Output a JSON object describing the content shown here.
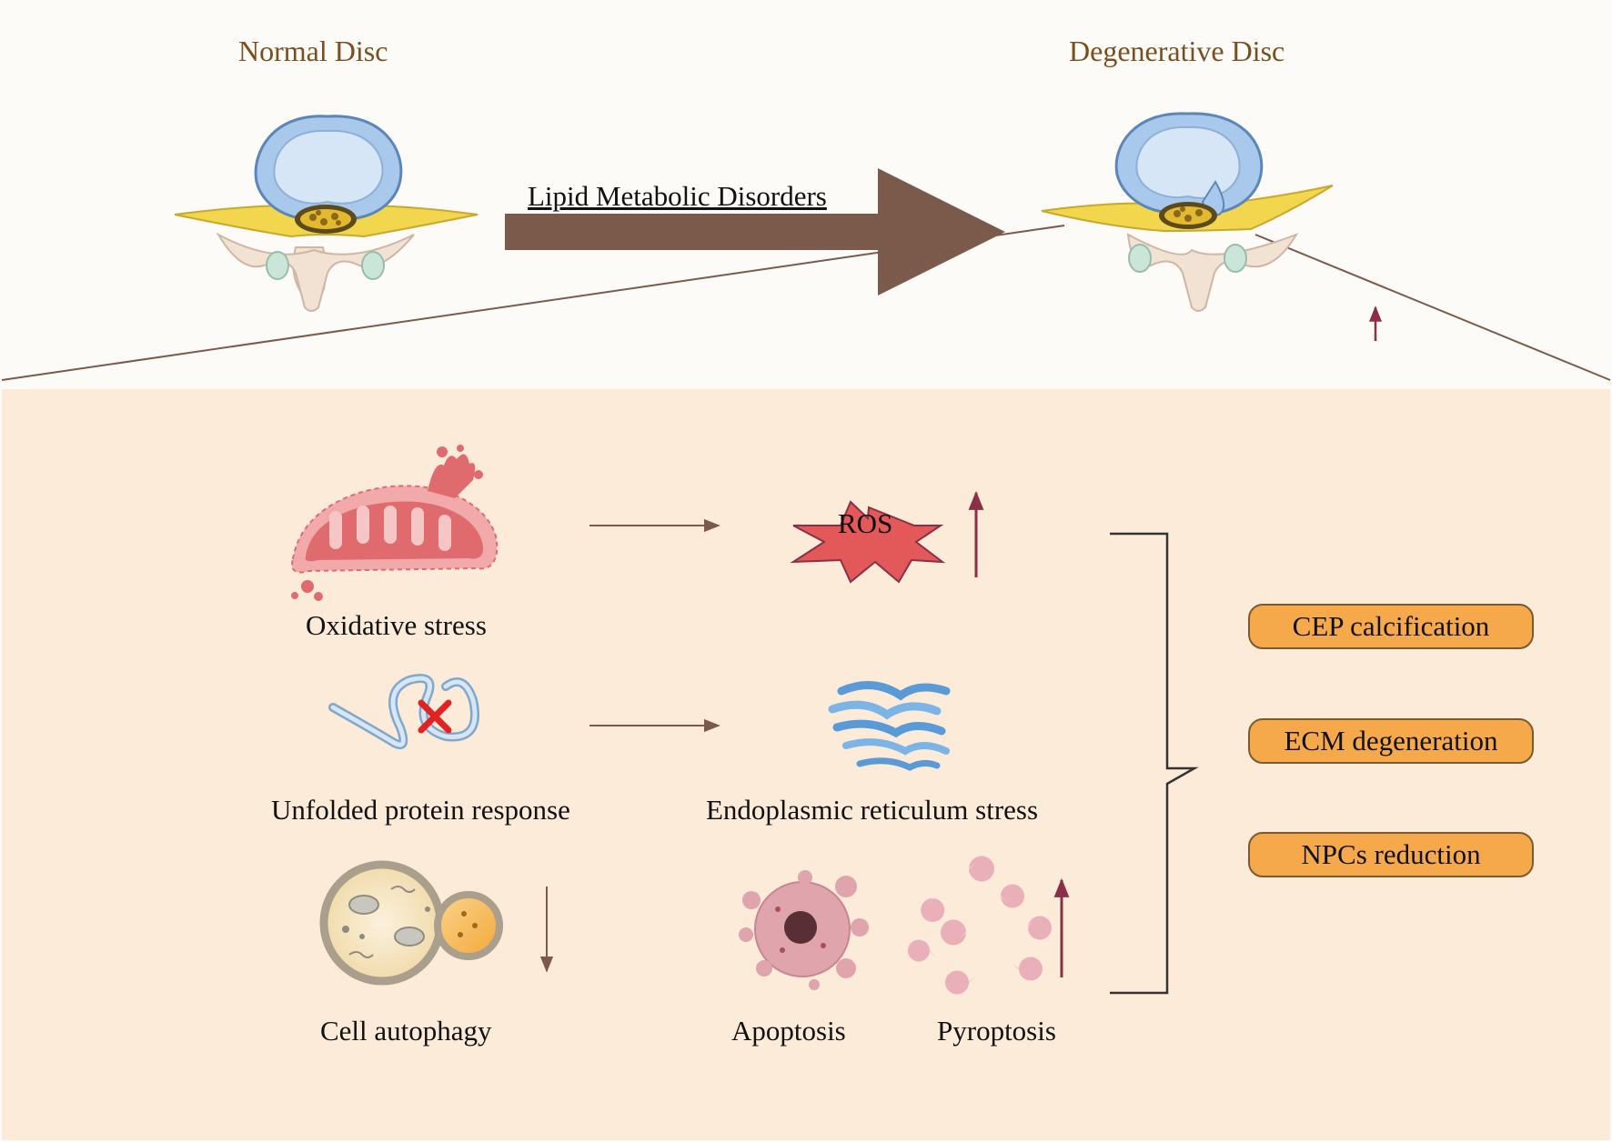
{
  "header": {
    "normal_disc": "Normal Disc",
    "degenerative_disc": "Degenerative Disc",
    "transition_label": "Lipid Metabolic Disorders"
  },
  "mechanisms": {
    "oxidative_stress": "Oxidative stress",
    "ros": "ROS",
    "unfolded_protein_response": "Unfolded protein response",
    "er_stress": "Endoplasmic reticulum stress",
    "cell_autophagy": "Cell autophagy",
    "apoptosis": "Apoptosis",
    "pyroptosis": "Pyroptosis"
  },
  "outcomes": [
    "CEP calcification",
    "ECM degeneration",
    "NPCs reduction"
  ],
  "colors": {
    "panel_bg": "#fdebda",
    "arrow_brown": "#7c5a4b",
    "nucleus_blue": "#a8c8ec",
    "endplate_yellow": "#f1d64e",
    "mito_red": "#e06b6f",
    "ros_red": "#e35858",
    "pill_orange": "#f5a94a",
    "up_arrow": "#8a2f45"
  }
}
